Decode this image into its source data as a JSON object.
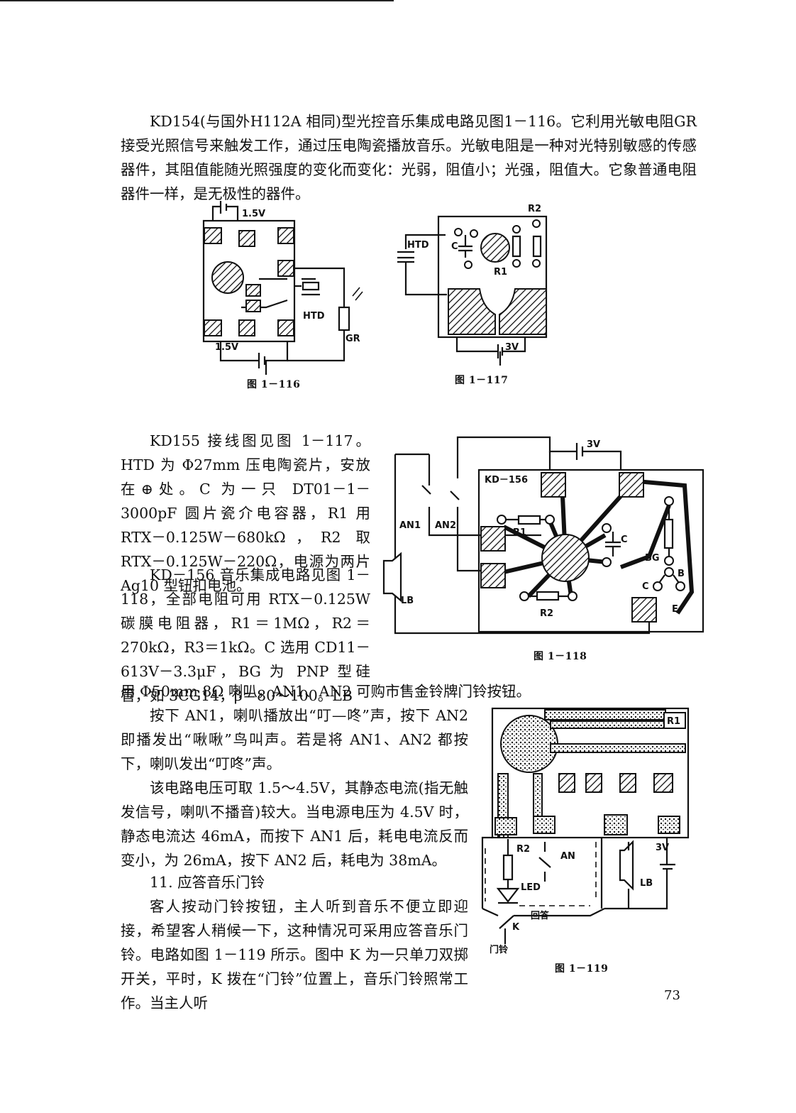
{
  "paragraphs": {
    "p1": "KD154(与国外H112A 相同)型光控音乐集成电路见图1－116。它利用光敏电阻GR 接受光照信号来触发工作，通过压电陶瓷播放音乐。光敏电阻是一种对光特别敏感的传感器件，其阻值能随光照强度的变化而变化：光弱，阻值小；光强，阻值大。它象普通电阻器件一样，是无极性的器件。",
    "p2": "KD155 接线图见图 1－117。HTD 为 Φ27mm 压电陶瓷片，安放在⊕处。C 为一只 DT01－1－3000pF 圆片瓷介电容器，R1 用 RTX－0.125W－680kΩ，R2 取 RTX－0.125W－220Ω，电源为两片 Ag10 型钮扣电池。",
    "p3a": "KD－156 音乐集成电路见图 1－118，全部电阻可用 RTX－0.125W 碳膜电阻器，R1＝1MΩ，R2＝270kΩ，R3＝1kΩ。C 选用 CD11－613V－3.3μF，BG 为 PNP 型硅管，如 3CG14，β＝80～100。LB",
    "p3b": "用 Φ50mm 8Ω 喇叭，AN1、AN2 可购市售金铃牌门铃按钮。",
    "p4": "按下 AN1，喇叭播放出“叮—咚”声，按下 AN2 即播发出“啾啾”鸟叫声。若是将 AN1、AN2 都按下，喇叭发出“叮咚”声。",
    "p5": "该电路电压可取 1.5～4.5V，其静态电流(指无触发信号，喇叭不播音)较大。当电源电压为 4.5V 时，静态电流达 46mA，而按下 AN1 后，耗电电流反而变小，为 26mA，按下 AN2 后，耗电为 38mA。",
    "heading": "11. 应答音乐门铃",
    "p6": "客人按动门铃按钮，主人听到音乐不便立即迎接，希望客人稍候一下，这种情况可采用应答音乐门铃。电路如图 1－119 所示。图中 K 为一只单刀双掷开关，平时，K 拨在“门铃”位置上，音乐门铃照常工作。当主人听"
  },
  "figures": {
    "f116": {
      "caption": "图 1－116",
      "v_top": "1.5V",
      "v_bottom": "1.5V",
      "htd": "HTD",
      "gr": "GR"
    },
    "f117": {
      "caption": "图 1－117",
      "r2": "R2",
      "htd": "HTD",
      "c": "C",
      "r1": "R1",
      "v": "3V"
    },
    "f118": {
      "caption": "图 1－118",
      "v": "3V",
      "chip": "KD－156",
      "an1": "AN1",
      "an2": "AN2",
      "r1": "R1",
      "r2": "R2",
      "c": "C",
      "bg": "BG",
      "b": "B",
      "cc": "C",
      "e": "E",
      "lb": "LB"
    },
    "f119": {
      "caption": "图 1－119",
      "r1": "R1",
      "r2": "R2",
      "an": "AN",
      "v": "3V",
      "led": "LED",
      "lb": "LB",
      "huida": "回答",
      "k": "K",
      "menling": "门铃"
    }
  },
  "page_number": "73"
}
